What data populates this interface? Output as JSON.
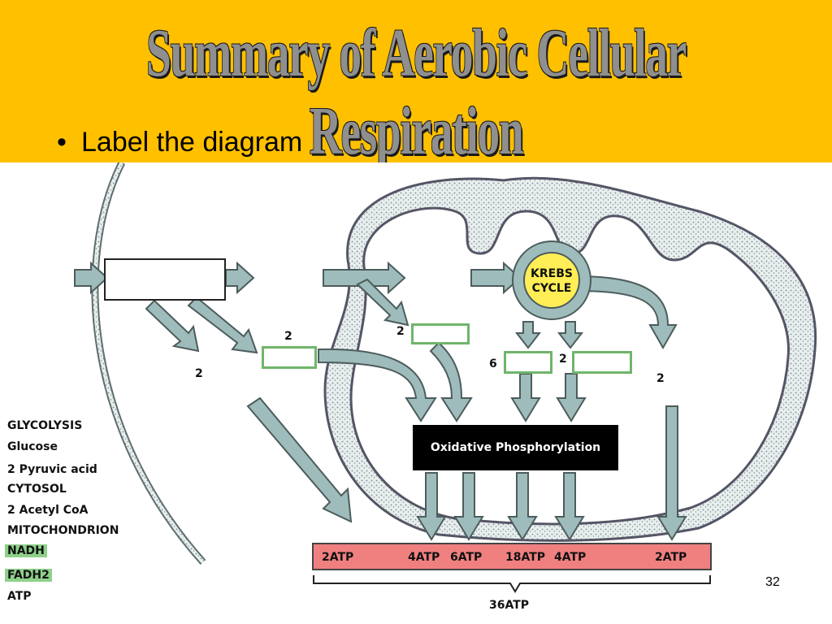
{
  "slide": {
    "title": "Summary of Aerobic Cellular Respiration",
    "bullet": "Label the diagram",
    "page_number": "32"
  },
  "colors": {
    "header": "#FFC000",
    "arrow": "#9fbcbc",
    "krebs": "#ffee55",
    "atp_bar": "#f08080",
    "legend_highlight": "#8ed18a"
  },
  "legend": {
    "items": [
      "GLYCOLYSIS",
      "Glucose",
      "2 Pyruvic acid",
      "CYTOSOL",
      "2 Acetyl CoA",
      "MITOCHONDRION",
      "NADH",
      "FADH2",
      "ATP"
    ]
  },
  "diagram": {
    "krebs_line1": "KREBS",
    "krebs_line2": "CYCLE",
    "oxphos": "Oxidative Phosphorylation",
    "numbers": [
      "2",
      "2",
      "2",
      "6",
      "2",
      "2"
    ],
    "atp": [
      "2ATP",
      "4ATP",
      "6ATP",
      "18ATP",
      "4ATP",
      "2ATP"
    ],
    "total": "36ATP"
  }
}
